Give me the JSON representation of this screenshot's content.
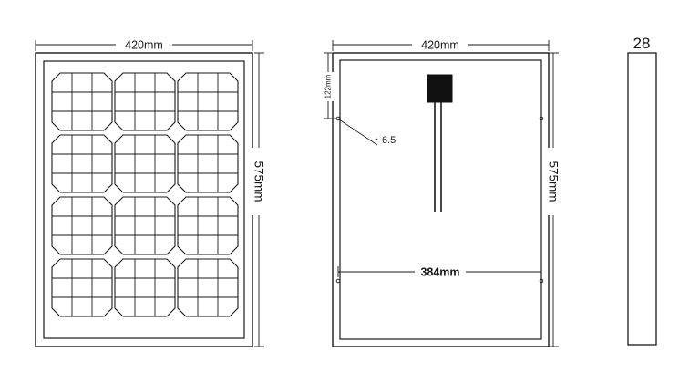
{
  "front_view": {
    "width_label": "420mm",
    "height_label": "575mm",
    "cell_grid": {
      "columns": 3,
      "rows": 4
    }
  },
  "back_view": {
    "width_label": "420mm",
    "height_label": "575mm",
    "hole_offset_label": "122mm",
    "hole_diameter_label": "6.5",
    "hole_spacing_label": "384mm"
  },
  "side_view": {
    "thickness_label": "28"
  },
  "colors": {
    "line": "#1a1a1a",
    "background": "#ffffff",
    "junction_box": "#111111"
  }
}
